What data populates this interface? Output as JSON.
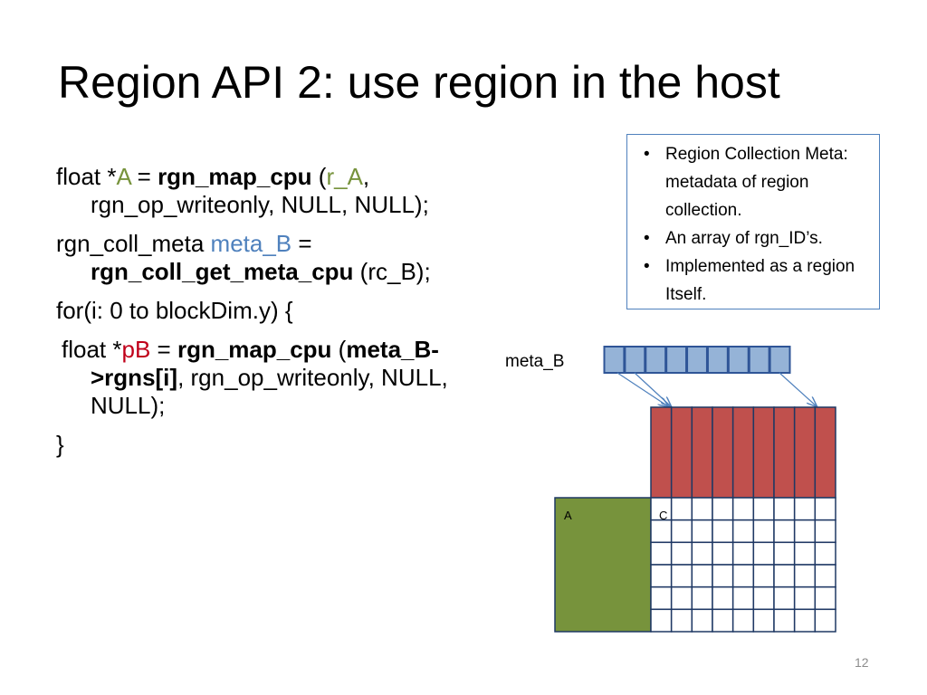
{
  "title": "Region API 2: use region in the host",
  "code": {
    "line1": {
      "t1": "float *",
      "t2": "A",
      "t3": " = ",
      "t4": "rgn_map_cpu",
      "t5": " (",
      "t6": "r_A",
      "t7": ", rgn_op_writeonly, NULL, NULL);"
    },
    "line2": {
      "t1": "rgn_coll_meta ",
      "t2": "meta_B",
      "t3": " = ",
      "t4": "rgn_coll_get_meta_cpu",
      "t5": " (rc_B);"
    },
    "line3": {
      "t1": "for(i: 0 to blockDim.y) {"
    },
    "line4": {
      "t1": "float *",
      "t2": "pB",
      "t3": " = ",
      "t4": "rgn_map_cpu",
      "t5": " (",
      "t6": "meta_B->rgns[i]",
      "t7": ", rgn_op_writeonly, NULL, NULL);"
    },
    "line5": {
      "t1": "}"
    }
  },
  "note": {
    "items": [
      "Region Collection Meta: metadata of region collection.",
      "An array of rgn_ID’s.",
      "Implemented as a region Itself."
    ]
  },
  "diagram": {
    "meta_label": "meta_B",
    "label_a": "A",
    "label_c": "C",
    "meta_cells": 9,
    "red_columns": 9,
    "grid_rows": 6,
    "grid_cols": 9,
    "colors": {
      "meta_fill": "#95b3d7",
      "meta_stroke": "#2f5597",
      "red_fill": "#c0504d",
      "green_fill": "#77933c",
      "grid_stroke": "#1f3864",
      "arrow": "#4f81bd"
    }
  },
  "page_number": "12"
}
